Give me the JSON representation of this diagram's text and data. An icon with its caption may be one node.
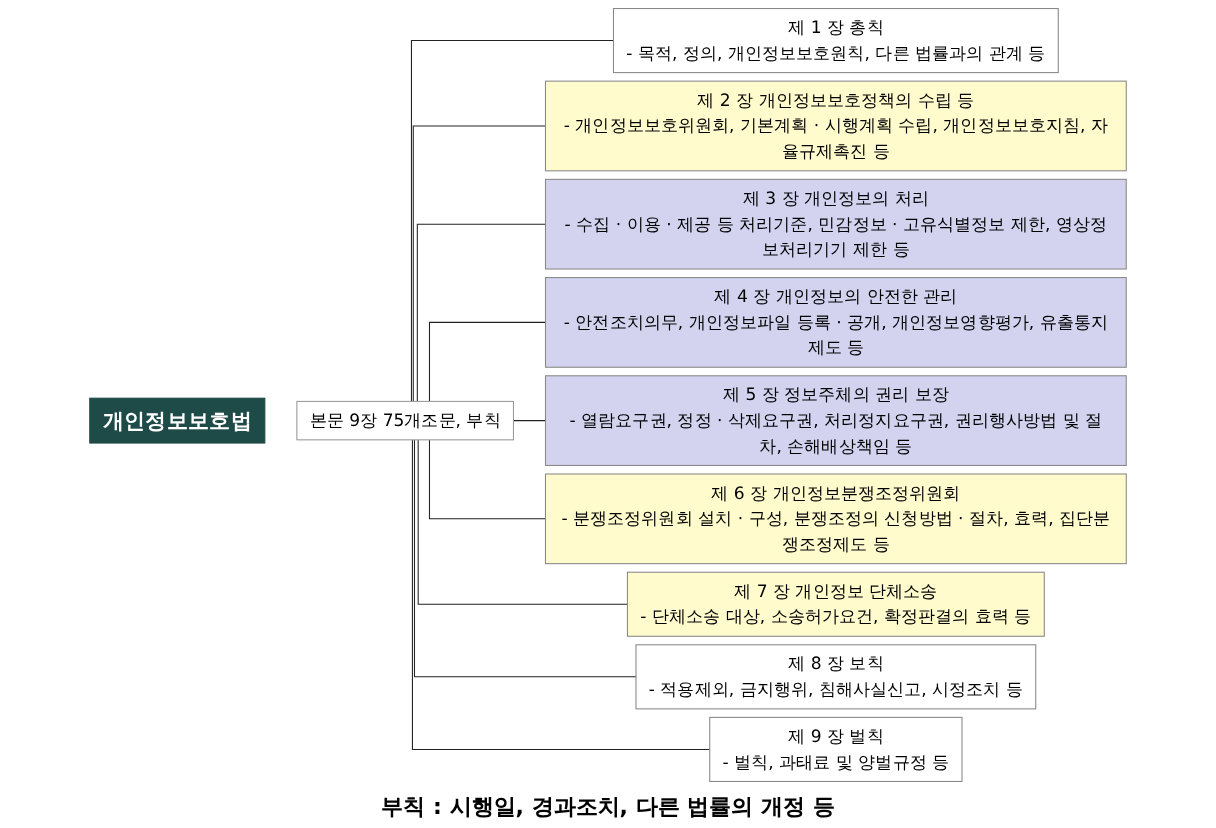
{
  "diagram": {
    "nodes": [
      {
        "text": [
          "개인정보보호법"
        ]
      },
      {
        "text": [
          "본문 9장 75개조문, 부칙"
        ]
      },
      {
        "text": [
          "제 1 장 총칙",
          "- 목적, 정의, 개인정보보호원칙, 다른 법률과의 관계 등"
        ]
      },
      {
        "text": [
          "제 2 장 개인정보보호정책의 수립 등",
          "- 개인정보보호위원회, 기본계획 · 시행계획 수립, 개인정보보호지침, 자율규제촉진 등"
        ]
      },
      {
        "text": [
          "제 3 장 개인정보의 처리",
          "- 수집 · 이용 · 제공 등 처리기준, 민감정보 · 고유식별정보 제한, 영상정보처리기기 제한 등"
        ]
      },
      {
        "text": [
          "제 4 장 개인정보의 안전한 관리",
          "- 안전조치의무, 개인정보파일 등록 · 공개, 개인정보영향평가, 유출통지제도 등"
        ]
      },
      {
        "text": [
          "제 5 장 정보주체의 권리 보장",
          "- 열람요구권, 정정 · 삭제요구권, 처리정지요구권, 권리행사방법 및 절차, 손해배상책임 등"
        ]
      },
      {
        "text": [
          "제 6 장 개인정보분쟁조정위원회",
          "- 분쟁조정위원회 설치 · 구성, 분쟁조정의 신청방법 · 절차, 효력, 집단분쟁조정제도 등"
        ]
      },
      {
        "text": [
          "제 7 장 개인정보 단체소송",
          "- 단체소송 대상, 소송허가요건, 확정판결의 효력 등"
        ]
      },
      {
        "text": [
          "제 8 장 보칙",
          "- 적용제외, 금지행위, 침해사실신고, 시정조치 등"
        ]
      },
      {
        "text": [
          "제 9 장 벌칙",
          "- 벌칙, 과태료 및 양벌규정 등"
        ]
      }
    ],
    "edges": [
      {
        "from": 1,
        "to": 2,
        "arrow": "none"
      },
      {
        "from": 1,
        "to": 3,
        "arrow": "none"
      },
      {
        "from": 1,
        "to": 4,
        "arrow": "none"
      },
      {
        "from": 1,
        "to": 5,
        "arrow": "none"
      },
      {
        "from": 1,
        "to": 6,
        "arrow": "none"
      },
      {
        "from": 1,
        "to": 7,
        "arrow": "none"
      },
      {
        "from": 1,
        "to": 8,
        "arrow": "none"
      },
      {
        "from": 1,
        "to": 9,
        "arrow": "none"
      },
      {
        "from": 1,
        "to": 10,
        "arrow": "none"
      }
    ],
    "labels": [
      "부칙 : 시행일, 경과조치, 다른 법률의 개정 등"
    ]
  }
}
